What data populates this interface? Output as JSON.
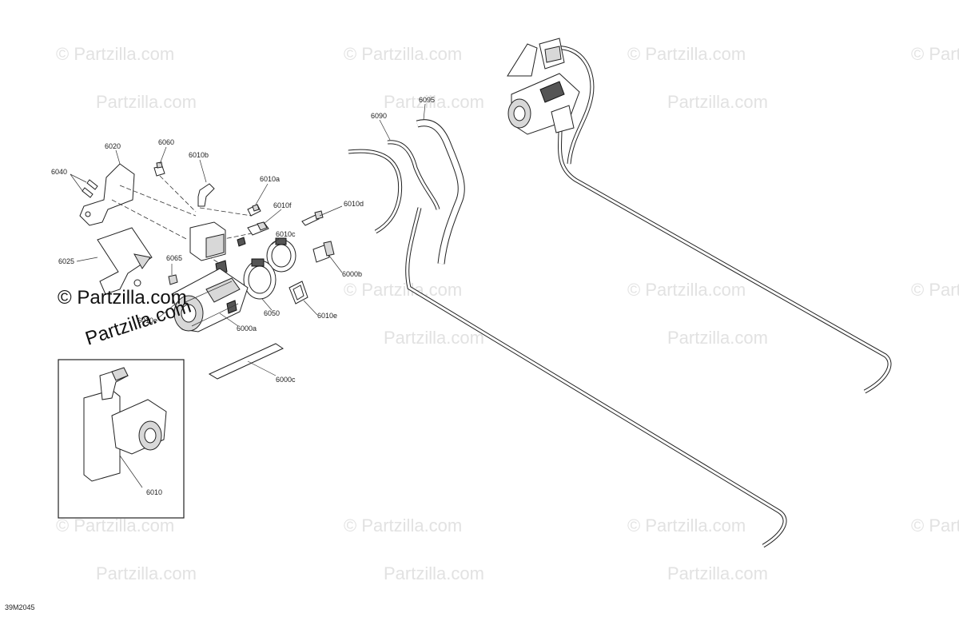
{
  "diagram_ref": "39M2045",
  "watermark": {
    "text": "© Partzilla.com",
    "brand": "Partzilla.com"
  },
  "inset_label": "6010",
  "parts": [
    {
      "id": "p6020",
      "label": "6020"
    },
    {
      "id": "p6060",
      "label": "6060"
    },
    {
      "id": "p6040",
      "label": "6040"
    },
    {
      "id": "p6010b",
      "label": "6010b"
    },
    {
      "id": "p6010a",
      "label": "6010a"
    },
    {
      "id": "p6010f",
      "label": "6010f"
    },
    {
      "id": "p6010d",
      "label": "6010d"
    },
    {
      "id": "p6010c",
      "label": "6010c"
    },
    {
      "id": "p6025",
      "label": "6025"
    },
    {
      "id": "p6065",
      "label": "6065"
    },
    {
      "id": "p6000b",
      "label": "6000b"
    },
    {
      "id": "p6050",
      "label": "6050"
    },
    {
      "id": "p6010e",
      "label": "6010e"
    },
    {
      "id": "p6000a",
      "label": "6000a"
    },
    {
      "id": "p6000c",
      "label": "6000c"
    },
    {
      "id": "p6090",
      "label": "6090"
    },
    {
      "id": "p6095",
      "label": "6095"
    },
    {
      "id": "p6010e2",
      "label": "6010e"
    }
  ],
  "colors": {
    "line": "#222222",
    "watermark": "#e2e2e2"
  }
}
